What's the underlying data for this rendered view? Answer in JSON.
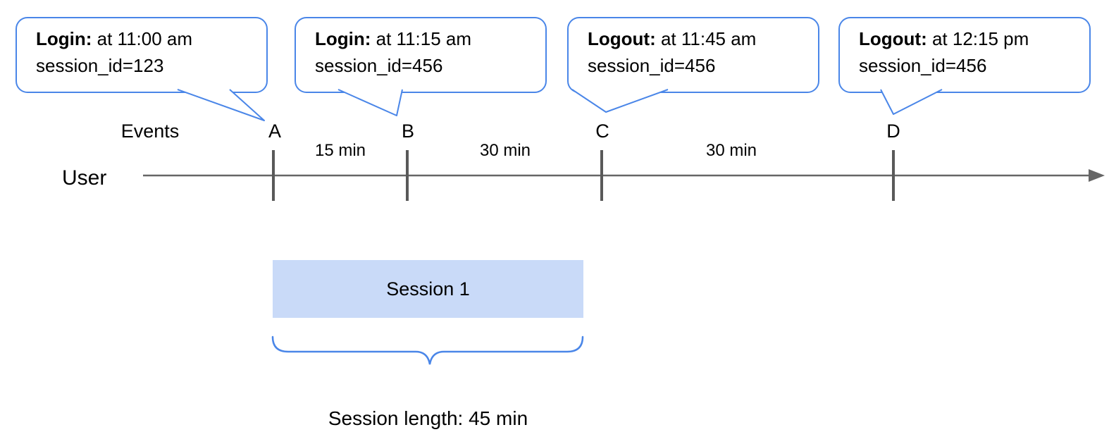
{
  "colors": {
    "accent": "#4a86e8",
    "bar_fill": "#c9daf8",
    "axis": "#666666",
    "tick": "#595959",
    "text": "#000000"
  },
  "bubbles": [
    {
      "bold": "Login:",
      "text": " at 11:00 am",
      "line2": "session_id=123"
    },
    {
      "bold": "Login:",
      "text": " at 11:15 am",
      "line2": "session_id=456"
    },
    {
      "bold": "Logout:",
      "text": " at 11:45 am",
      "line2": "session_id=456"
    },
    {
      "bold": "Logout:",
      "text": " at 12:15 pm",
      "line2": "session_id=456"
    }
  ],
  "timeline": {
    "axis_label": "User",
    "events_label": "Events",
    "events": [
      "A",
      "B",
      "C",
      "D"
    ],
    "intervals": [
      "15 min",
      "30 min",
      "30 min"
    ]
  },
  "session": {
    "label": "Session 1",
    "caption": "Session length: 45 min"
  }
}
